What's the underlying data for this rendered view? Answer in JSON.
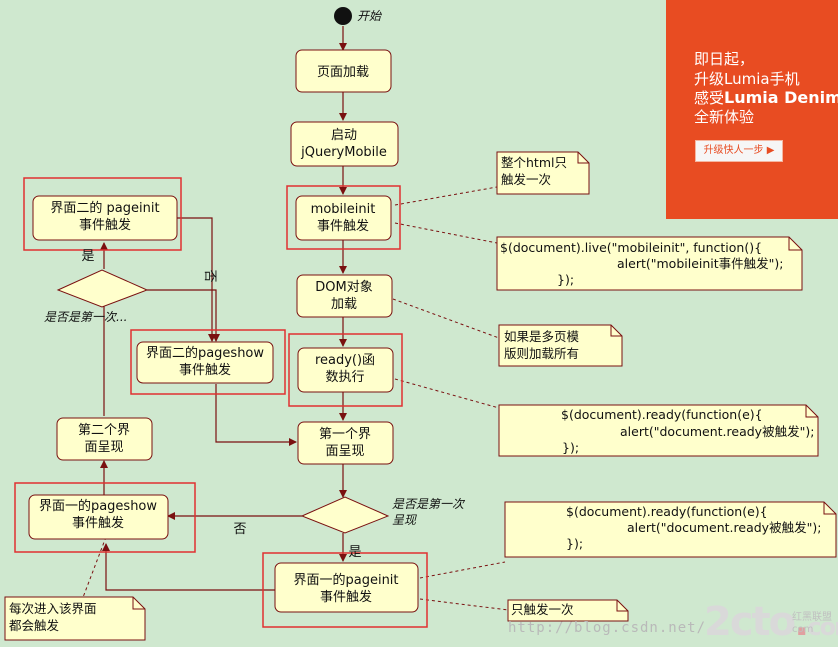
{
  "start_label": "开始",
  "nodes": {
    "page_load": "页面加载",
    "start_jqm": [
      "启动",
      "jQueryMobile"
    ],
    "mobileinit": [
      "mobileinit",
      "事件触发"
    ],
    "dom_load": [
      "DOM对象",
      "加载"
    ],
    "ready": [
      "ready()函",
      "数执行"
    ],
    "first_show": [
      "第一个界",
      "面呈现"
    ],
    "p1_pageinit": [
      "界面一的pageinit",
      "事件触发"
    ],
    "p1_pageshow": [
      "界面一的pageshow",
      "事件触发"
    ],
    "second_show": [
      "第二个界",
      "面呈现"
    ],
    "p2_pageinit": [
      "界面二的 pageinit",
      "事件触发"
    ],
    "p2_pageshow": [
      "界面二的pageshow",
      "事件触发"
    ]
  },
  "decisions": {
    "first_time_1": [
      "是否是第一次",
      "呈现"
    ],
    "first_time_2": "是否是第一次..."
  },
  "edge_labels": {
    "yes_1": "是",
    "no_1": "否",
    "yes_2": "是",
    "no_2": "否"
  },
  "notes": {
    "mobileinit_once": [
      "整个html只",
      "触发一次"
    ],
    "mobileinit_code": [
      "$(document).live(\"mobileinit\", function(){",
      "alert(\"mobileinit事件触发\");",
      "});"
    ],
    "multi_page": [
      "如果是多页模",
      "版则加载所有"
    ],
    "ready_code_1": [
      "$(document).ready(function(e){",
      "alert(\"document.ready被触发\");",
      "});"
    ],
    "ready_code_2": [
      "$(document).ready(function(e){",
      "alert(\"document.ready被触发\");",
      "});"
    ],
    "every_time": [
      "每次进入该界面",
      "都会触发"
    ],
    "only_once": "只触发一次"
  },
  "ad": {
    "line1": "即日起，",
    "line2": "升级Lumia手机",
    "line3_prefix": "感受",
    "line3_bold": "Lumia Denim",
    "line4": "全新体验",
    "button": "升级快人一步 ▶",
    "bg_color": "#e84c22"
  },
  "watermark": {
    "url": "http://blog.csdn.net/",
    "logo": "2cto",
    "logo_dot": ".",
    "logo_suffix": "com",
    "tag1": "红黑联盟",
    "tag2": "com"
  },
  "colors": {
    "node_fill": "#ffffcc",
    "node_border": "#7a0a0a",
    "highlight": "#e03030",
    "background": "#cfe8cf"
  }
}
